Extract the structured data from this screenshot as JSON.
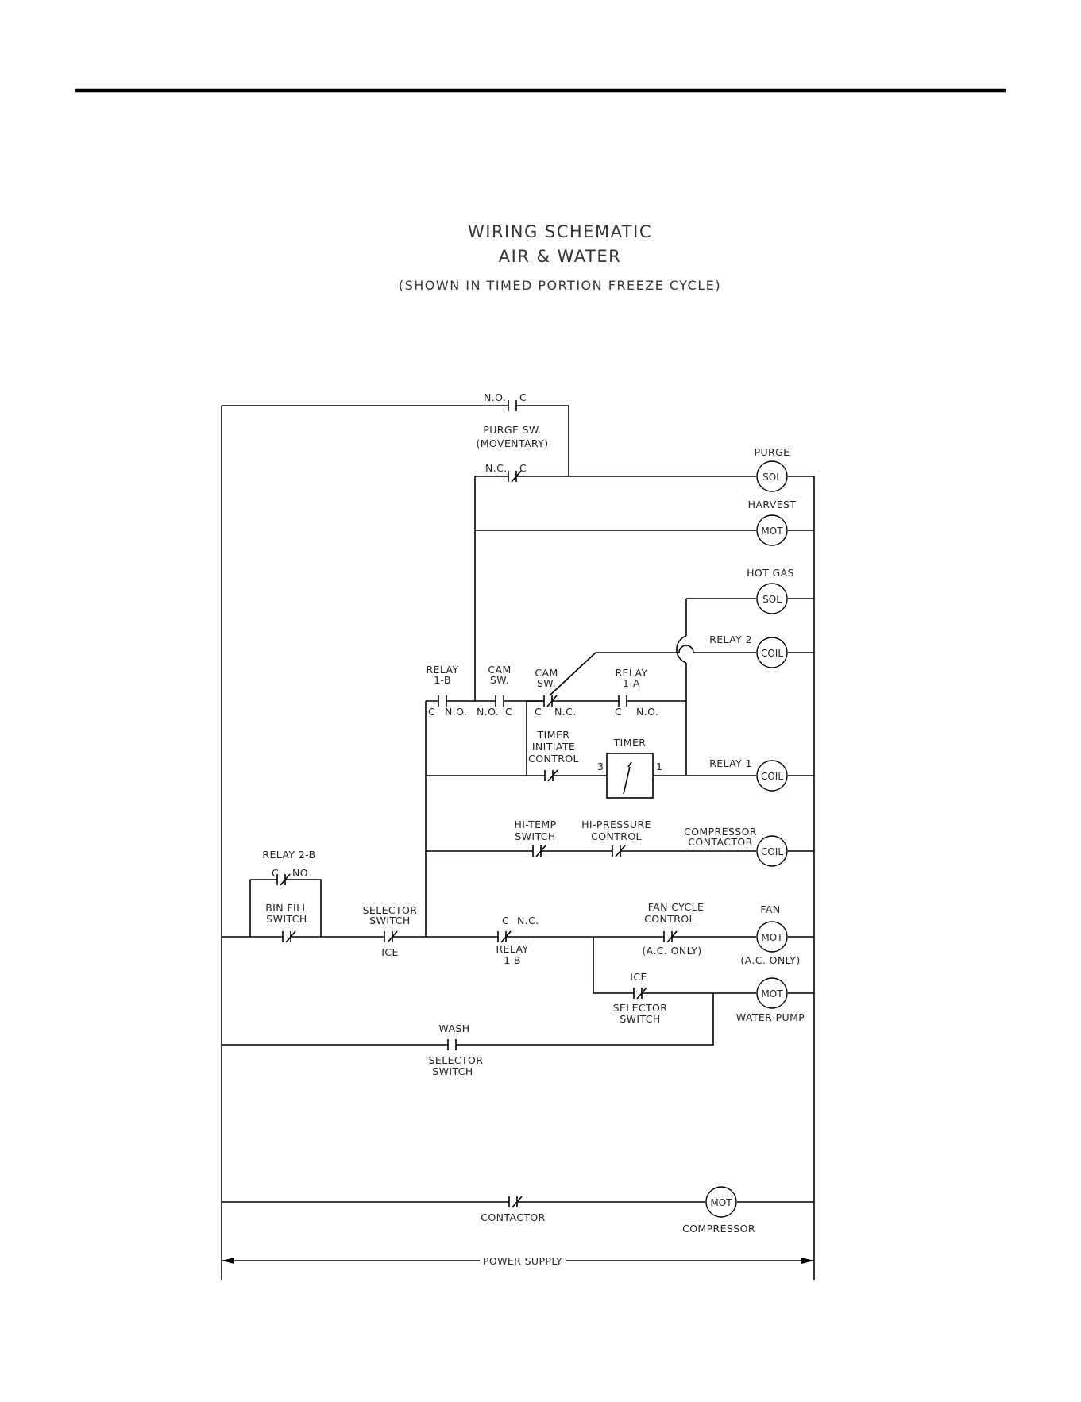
{
  "title": {
    "line1": "WIRING SCHEMATIC",
    "line2": "AIR & WATER",
    "line3": "(SHOWN IN TIMED PORTION FREEZE CYCLE)"
  },
  "purge_switch": {
    "no": "N.O.",
    "c_top": "C",
    "nc": "N.C.",
    "c_bottom": "C",
    "name": "PURGE SW.",
    "note": "(MOVENTARY)"
  },
  "loads": {
    "purge": {
      "label": "PURGE",
      "symbol": "SOL"
    },
    "harvest": {
      "label": "HARVEST",
      "symbol": "MOT"
    },
    "hot_gas": {
      "label": "HOT GAS",
      "symbol": "SOL"
    },
    "relay2": {
      "label": "RELAY 2",
      "symbol": "COIL"
    },
    "relay1": {
      "label": "RELAY 1",
      "symbol": "COIL"
    },
    "compressor_contactor": {
      "label1": "COMPRESSOR",
      "label2": "CONTACTOR",
      "symbol": "COIL"
    },
    "fan": {
      "label": "FAN",
      "symbol": "MOT",
      "note": "(A.C. ONLY)"
    },
    "water_pump": {
      "label": "WATER PUMP",
      "symbol": "MOT"
    },
    "compressor": {
      "label": "COMPRESSOR",
      "symbol": "MOT"
    }
  },
  "contacts": {
    "relay1b_top": {
      "name1": "RELAY",
      "name2": "1-B",
      "c": "C",
      "no": "N.O."
    },
    "cam_sw_no": {
      "name1": "CAM",
      "name2": "SW.",
      "no": "N.O.",
      "c": "C"
    },
    "cam_sw_nc": {
      "name1": "CAM",
      "name2": "SW.",
      "c": "C",
      "nc": "N.C."
    },
    "relay1a": {
      "name1": "RELAY",
      "name2": "1-A",
      "c": "C",
      "no": "N.O."
    },
    "timer_initiate": {
      "name1": "TIMER",
      "name2": "INITIATE",
      "name3": "CONTROL"
    },
    "timer": {
      "name": "TIMER",
      "pin_left": "3",
      "pin_right": "1"
    },
    "hi_temp": {
      "name1": "HI-TEMP",
      "name2": "SWITCH"
    },
    "hi_pressure": {
      "name1": "HI-PRESSURE",
      "name2": "CONTROL"
    },
    "relay2b": {
      "name": "RELAY 2-B",
      "c": "C",
      "no": "NO"
    },
    "bin_fill": {
      "name1": "BIN FILL",
      "name2": "SWITCH"
    },
    "selector_ice": {
      "name1": "SELECTOR",
      "name2": "SWITCH",
      "pos": "ICE"
    },
    "relay1b_low": {
      "c": "C",
      "nc": "N.C.",
      "name1": "RELAY",
      "name2": "1-B"
    },
    "fan_cycle": {
      "name1": "FAN CYCLE",
      "name2": "CONTROL",
      "note": "(A.C. ONLY)"
    },
    "selector_ice2": {
      "pos": "ICE",
      "name1": "SELECTOR",
      "name2": "SWITCH"
    },
    "selector_wash": {
      "pos": "WASH",
      "name1": "SELECTOR",
      "name2": "SWITCH"
    },
    "contactor": {
      "name": "CONTACTOR"
    }
  },
  "power_supply": "POWER SUPPLY"
}
